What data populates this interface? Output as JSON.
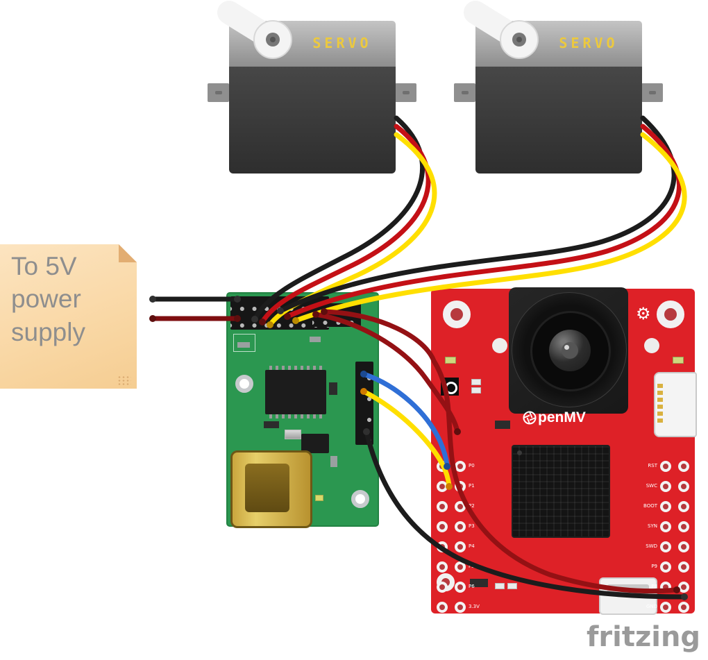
{
  "watermark": "fritzing",
  "note": {
    "lines": [
      "To 5V",
      "power",
      "supply"
    ]
  },
  "servos": {
    "servo1_label": "SERVO",
    "servo2_label": "SERVO"
  },
  "openmv": {
    "logo_text": "penMV",
    "left_pins": [
      "P0",
      "P1",
      "P2",
      "P3",
      "P4",
      "P5",
      "P6",
      "3.3V"
    ],
    "right_pins": [
      "RST",
      "SWC",
      "BOOT",
      "SYN",
      "SWD",
      "P9",
      "P8",
      "GND"
    ]
  },
  "colors": {
    "servo_body": "#3a3a3a",
    "servo_top": "#a6a6a6",
    "servo_label_yellow": "#ecc93e",
    "note_bg": "#f9d7a4",
    "note_text": "#8e8e8e",
    "controller_green": "#2b9750",
    "openmv_red": "#de2127",
    "wire_black": "#1c1c1c",
    "wire_red_bright": "#c41016",
    "wire_red_dark": "#941114",
    "wire_yellow": "#ffdf00",
    "wire_blue": "#2f6fd6",
    "usb_gold": "#d3ac3e",
    "watermark_gray": "#9a9a9a"
  },
  "connections": [
    {
      "from": "servo-1",
      "to": "servo-controller",
      "wires": [
        "black",
        "red",
        "yellow"
      ]
    },
    {
      "from": "servo-2",
      "to": "servo-controller",
      "wires": [
        "black",
        "red",
        "yellow"
      ]
    },
    {
      "from": "5v-power-supply",
      "to": "servo-controller",
      "wires": [
        "black",
        "red"
      ]
    },
    {
      "from": "servo-controller",
      "to": "openmv-camera",
      "wires": [
        "red",
        "red",
        "blue",
        "yellow",
        "black"
      ]
    }
  ]
}
